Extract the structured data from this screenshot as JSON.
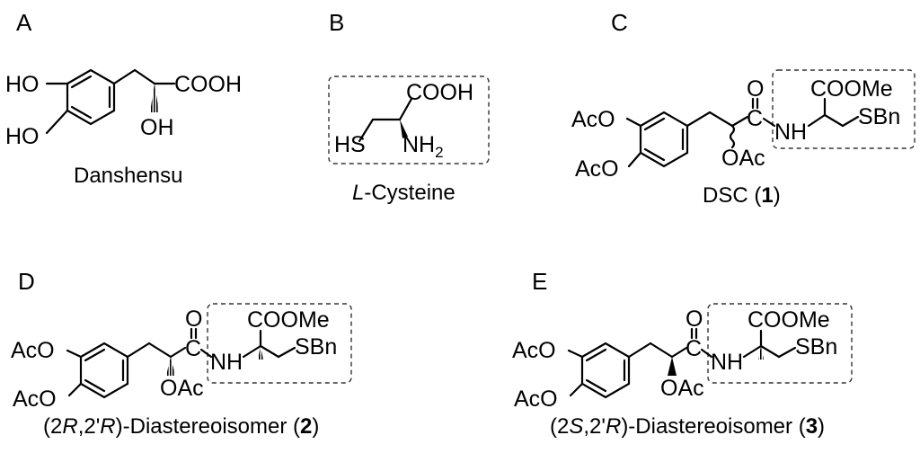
{
  "panels": {
    "a": {
      "letter": "A",
      "caption": "Danshensu",
      "atoms": {
        "ho_top": "HO",
        "ho_bottom": "HO",
        "cooh": "COOH",
        "oh": "OH"
      }
    },
    "b": {
      "letter": "B",
      "caption_italic": "L",
      "caption_rest": "-Cysteine",
      "atoms": {
        "cooh": "COOH",
        "hs": "HS",
        "nh": "NH",
        "sub2": "2"
      }
    },
    "c": {
      "letter": "C",
      "caption_pre": "DSC (",
      "caption_bold": "1",
      "caption_post": ")",
      "atoms": {
        "aco_top": "AcO",
        "aco_bottom": "AcO",
        "o": "O",
        "c": "C",
        "nh": "NH",
        "coome": "COOMe",
        "sbn": "SBn",
        "oac": "OAc"
      }
    },
    "d": {
      "letter": "D",
      "caption_pre": "(2",
      "caption_r1": "R",
      "caption_mid": ",2'",
      "caption_r2": "R",
      "caption_post": ")-Diastereoisomer (",
      "caption_bold": "2",
      "caption_end": ")",
      "atoms": {
        "aco_top": "AcO",
        "aco_bottom": "AcO",
        "o": "O",
        "c": "C",
        "nh": "NH",
        "coome": "COOMe",
        "sbn": "SBn",
        "oac": "OAc"
      }
    },
    "e": {
      "letter": "E",
      "caption_pre": "(2",
      "caption_s": "S",
      "caption_mid": ",2'",
      "caption_r": "R",
      "caption_post": ")-Diastereoisomer (",
      "caption_bold": "3",
      "caption_end": ")",
      "atoms": {
        "aco_top": "AcO",
        "aco_bottom": "AcO",
        "o": "O",
        "c": "C",
        "nh": "NH",
        "coome": "COOMe",
        "sbn": "SBn",
        "oac": "OAc"
      }
    }
  }
}
